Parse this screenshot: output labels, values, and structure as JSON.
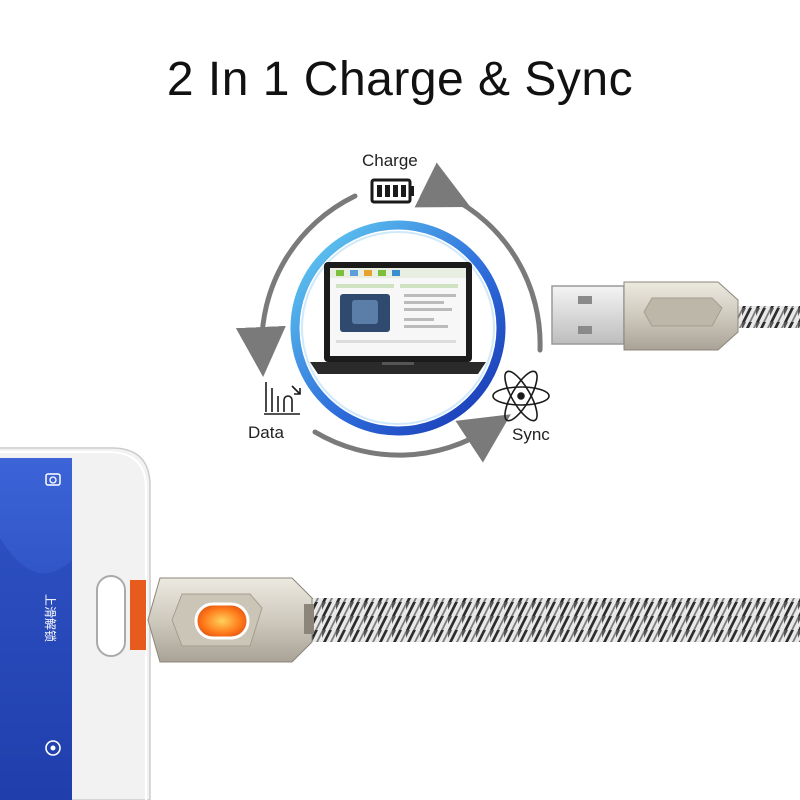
{
  "title": "2 In 1 Charge & Sync",
  "cycle": {
    "charge_label": "Charge",
    "data_label": "Data",
    "sync_label": "Sync"
  },
  "phone": {
    "lock_text": "上滑解锁"
  },
  "icons": [
    "battery-icon",
    "data-transfer-icon",
    "atom-sync-icon",
    "camera-icon",
    "lock-icon"
  ],
  "colors": {
    "ring_outer": "#1f47c8",
    "ring_inner": "#5fc8ee",
    "arrow": "#7a7a7a",
    "phone_screen": "#2a4fc0",
    "led": "#ff7a1a",
    "connector": "#d6d2c6"
  }
}
